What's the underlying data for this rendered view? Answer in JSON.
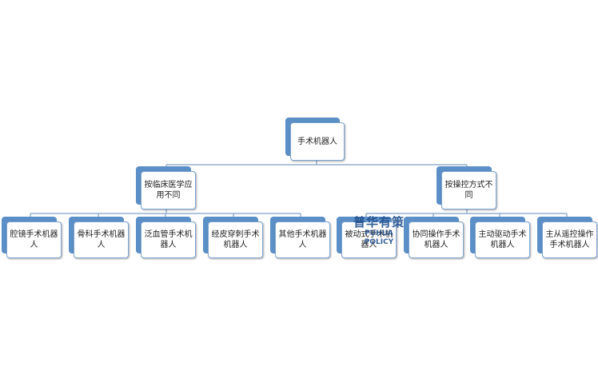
{
  "root": {
    "label": "手术机器人"
  },
  "branches": [
    {
      "label": "按临床医学应用不同",
      "children": [
        "腔镜手术机器人",
        "骨科手术机器人",
        "泛血管手术机器人",
        "经皮穿刺手术机器人",
        "其他手术机器人"
      ]
    },
    {
      "label": "按操控方式不同",
      "children": [
        "被动式手术机器人",
        "协同操作手术机器人",
        "主动驱动手术机器人",
        "主从遥控操作手术机器人"
      ]
    }
  ],
  "watermark": {
    "cn": "普华有策",
    "en": "PUHUA POLICY"
  },
  "colors": {
    "box_back": "#5b8fc7",
    "box_border": "#7ea6d3",
    "connector": "#7f9fc4"
  }
}
